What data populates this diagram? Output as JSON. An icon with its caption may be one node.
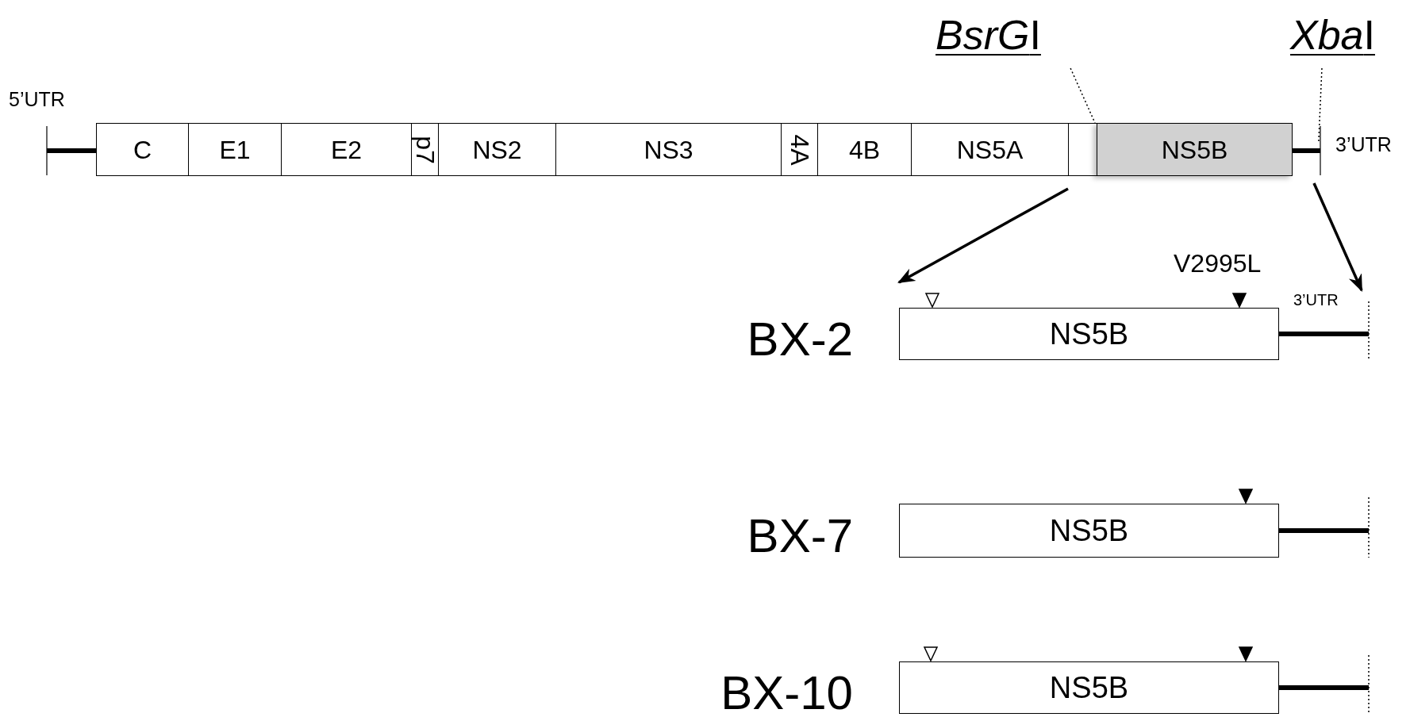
{
  "diagram": {
    "nodes": [
      {
        "text": [
          "BsrGI"
        ]
      },
      {
        "text": [
          "XbaI"
        ]
      },
      {
        "text": [
          "C"
        ]
      },
      {
        "text": [
          "E1"
        ]
      },
      {
        "text": [
          "E2"
        ]
      },
      {
        "text": [
          "p7"
        ]
      },
      {
        "text": [
          "NS2"
        ]
      },
      {
        "text": [
          "NS3"
        ]
      },
      {
        "text": [
          "4A"
        ]
      },
      {
        "text": [
          "4B"
        ]
      },
      {
        "text": [
          "NS5A"
        ]
      },
      {
        "text": [],
        "shape": "box"
      },
      {
        "text": [
          "NS5B"
        ]
      },
      {
        "text": [
          "NS5B"
        ],
        "beside": [
          "BX-2"
        ]
      },
      {
        "text": [
          "NS5B"
        ],
        "beside": [
          "BX-7"
        ]
      },
      {
        "text": [
          "NS5B"
        ],
        "beside": [
          "BX-10"
        ]
      },
      {
        "text": [
          "3’UTR"
        ]
      },
      {
        "text": [],
        "shape": "bar"
      }
    ],
    "edges": [
      {
        "from": 0,
        "to": 12,
        "arrow": "none",
        "style": "dashed"
      },
      {
        "from": 1,
        "to": 17,
        "arrow": "none",
        "style": "dashed"
      },
      {
        "from": 11,
        "to": 13,
        "arrow": "to"
      },
      {
        "from": 17,
        "to": 16,
        "arrow": "to"
      }
    ],
    "labels": [
      "5’UTR",
      "3’UTR",
      "V2995L"
    ]
  }
}
